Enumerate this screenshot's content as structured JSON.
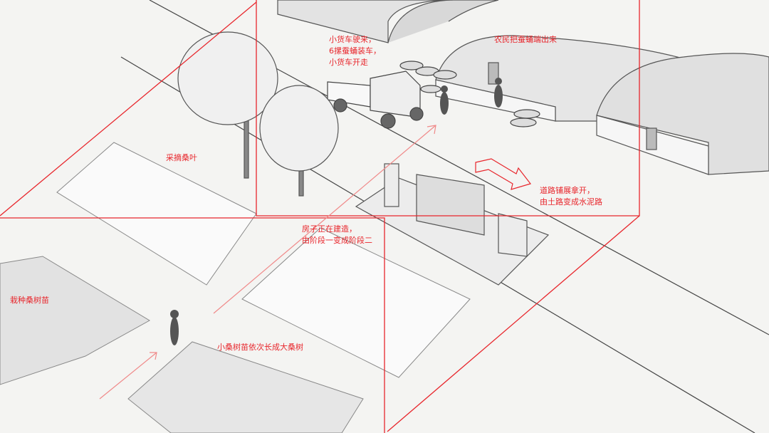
{
  "colors": {
    "annotation": "#e8262c",
    "sketch": "#555555",
    "paper": "#f4f4f2"
  },
  "labels": {
    "truck": [
      "小货车驶来，",
      "6摞蚕蛹装车，",
      "小货车开走"
    ],
    "farmer_carry": "农民把蚕蛹端出来",
    "pick_leaves": "采摘桑叶",
    "road": [
      "道路铺展拿开，",
      "由土路变成水泥路"
    ],
    "house": [
      "房子正在建造，",
      "由阶段一变成阶段二"
    ],
    "plant_seedlings": "栽种桑树苗",
    "grow_trees": "小桑树苗依次长成大桑树"
  }
}
